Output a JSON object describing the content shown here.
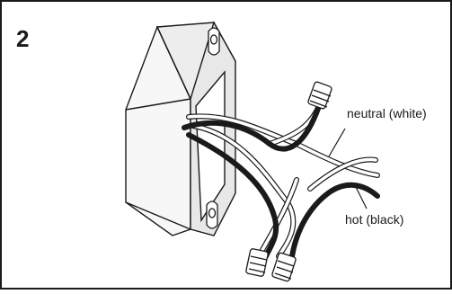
{
  "step": {
    "number": "2"
  },
  "labels": {
    "neutral": "neutral (white)",
    "hot": "hot (black)"
  },
  "colors": {
    "line": "#1a1a1a",
    "background": "#ffffff",
    "box_face": "#f2f2f2"
  },
  "icons": {
    "box": "electrical-box",
    "connector": "wire-nut-connector"
  }
}
